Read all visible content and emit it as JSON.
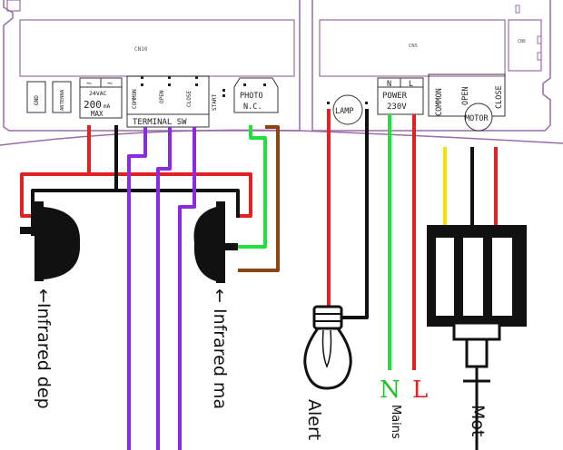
{
  "colors": {
    "board_outline": "#9a6aa8",
    "wire_red": "#e02222",
    "wire_black": "#111111",
    "wire_green": "#22e03a",
    "wire_brown": "#8b4513",
    "wire_purple": "#8a2be2",
    "wire_yellow": "#f2e200",
    "label_N": "#22c02a",
    "label_L": "#e02222"
  },
  "board_left": {
    "chip_label": "CN10",
    "terminals": {
      "gnd": "GND",
      "antenna": "ANTENNA",
      "power": {
        "ac_symbol": "~",
        "voltage": "24VAC",
        "rating": "200",
        "unit": "mA",
        "max": "MAX"
      },
      "common": "COMMON",
      "open": "OPEN",
      "close": "CLOSE",
      "start": "START",
      "photo": {
        "title": "PHOTO",
        "sub": "N.C."
      }
    },
    "terminal_sw_label": "TERMINAL SW"
  },
  "board_right": {
    "chip_label": "CN5",
    "side_label": "CN6",
    "lamp": "LAMP",
    "power": {
      "n": "N",
      "l": "L",
      "title": "POWER",
      "voltage": "230V"
    },
    "common": "COMMON",
    "open": "OPEN",
    "close": "CLOSE",
    "motor": "MOTOR"
  },
  "labels": {
    "infrared_left": "←Infrared dep",
    "infrared_right": "← Infrared ma",
    "alert": "Alert",
    "mains": "Mains",
    "motor": "Mot",
    "N": "N",
    "L": "L"
  }
}
